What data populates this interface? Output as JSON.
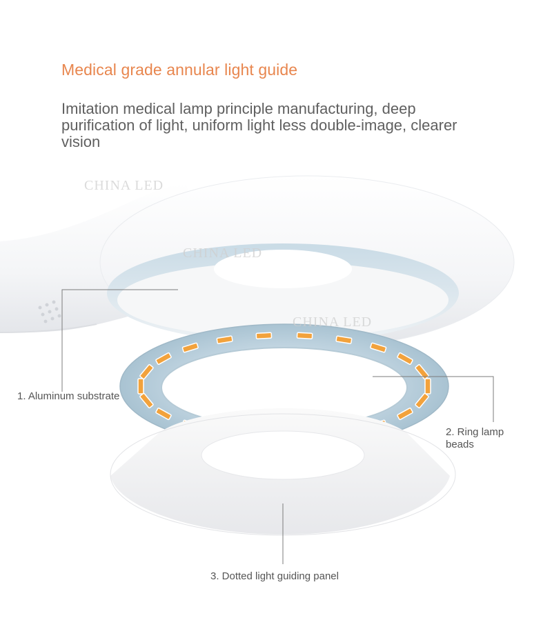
{
  "header": {
    "title": "Medical grade annular light guide",
    "description": "Imitation medical lamp principle manufacturing, deep purification of light, uniform light less double-image, clearer vision"
  },
  "watermarks": [
    "CHINA LED",
    "CHINA LED",
    "CHINA LED"
  ],
  "labels": {
    "aluminum_substrate": "1. Aluminum substrate",
    "ring_lamp_beads": "2. Ring lamp beads",
    "light_guiding_panel": "3. Dotted light guiding panel"
  },
  "colors": {
    "title": "#e8864e",
    "text": "#5f5f5f",
    "substrate": "#b9cfdc",
    "bead": "#f2a23c"
  },
  "parts": [
    "lamp-head",
    "aluminum-substrate-ring",
    "led-beads",
    "light-guide-panel"
  ]
}
